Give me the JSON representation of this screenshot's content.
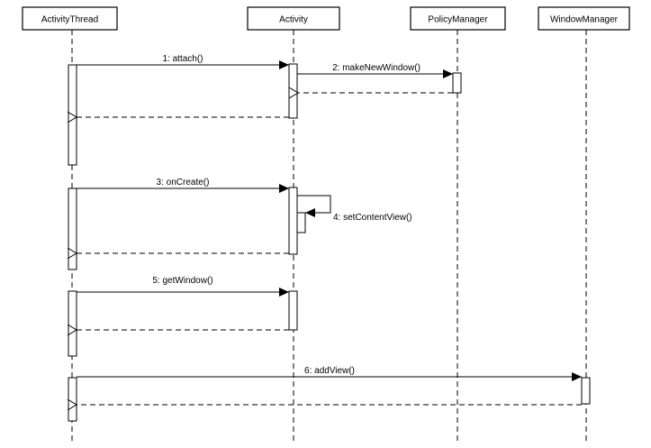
{
  "participants": [
    {
      "id": "activity-thread",
      "label": "ActivityThread"
    },
    {
      "id": "activity",
      "label": "Activity"
    },
    {
      "id": "policy-manager",
      "label": "PolicyManager"
    },
    {
      "id": "window-manager",
      "label": "WindowManager"
    }
  ],
  "messages": [
    {
      "label": "1: attach()",
      "from": "ActivityThread",
      "to": "Activity"
    },
    {
      "label": "2: makeNewWindow()",
      "from": "Activity",
      "to": "PolicyManager"
    },
    {
      "label": "3: onCreate()",
      "from": "ActivityThread",
      "to": "Activity"
    },
    {
      "label": "4: setContentView()",
      "from": "Activity",
      "to": "Activity"
    },
    {
      "label": "5: getWindow()",
      "from": "ActivityThread",
      "to": "Activity"
    },
    {
      "label": "6: addView()",
      "from": "ActivityThread",
      "to": "WindowManager"
    }
  ],
  "colors": {
    "line": "#000000",
    "background": "#ffffff"
  }
}
